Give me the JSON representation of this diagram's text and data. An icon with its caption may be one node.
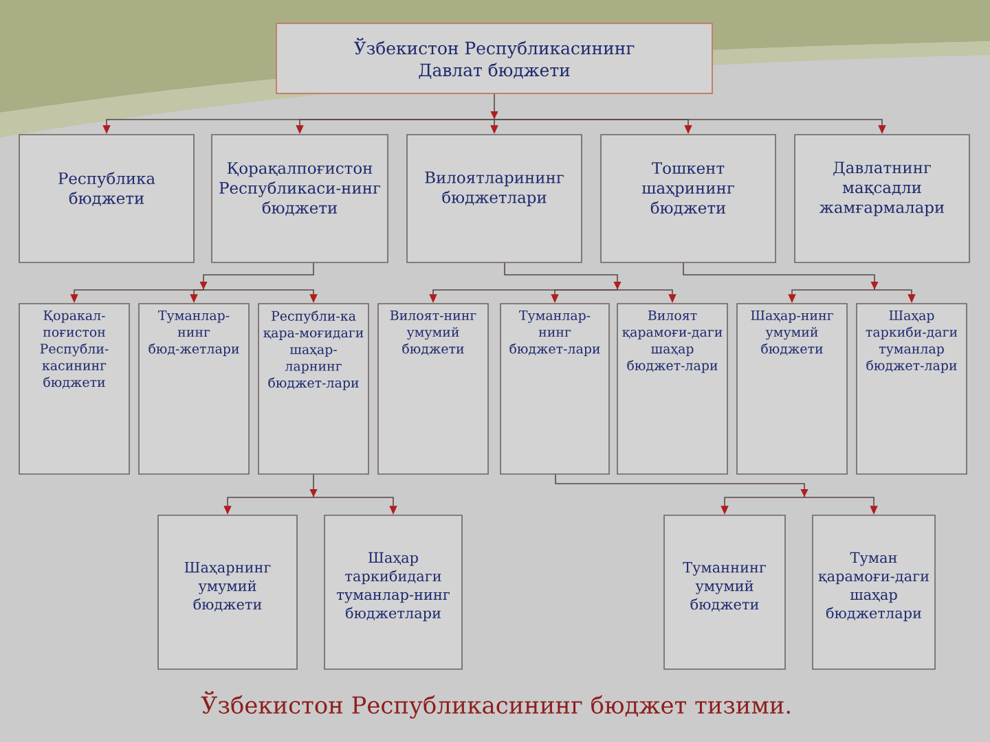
{
  "diagram": {
    "caption": "Ўзбекистон Республикасининг бюджет тизими.",
    "nodes": [
      {
        "text": [
          "Ўзбекистон Республикасининг Давлат бюджети"
        ]
      },
      {
        "text": [
          "Республика бюджети"
        ]
      },
      {
        "text": [
          "Қорақалпоғистон Республикаси-нинг бюджети"
        ]
      },
      {
        "text": [
          "Вилоятларининг бюджетлари"
        ]
      },
      {
        "text": [
          "Тошкент шаҳрининг бюджети"
        ]
      },
      {
        "text": [
          "Давлатнинг мақсадли жамғармалари"
        ]
      },
      {
        "text": [
          "Қоракал-поғистон Республи-касининг бюджети"
        ]
      },
      {
        "text": [
          "Туманлар-нинг бюд-жетлари"
        ]
      },
      {
        "text": [
          "Республи-ка қара-моғидаги шаҳар-ларнинг бюджет-лари"
        ]
      },
      {
        "text": [
          "Вилоят-нинг умумий бюджети"
        ]
      },
      {
        "text": [
          "Туманлар-нинг бюджет-лари"
        ]
      },
      {
        "text": [
          "Вилоят қарамоғи-даги шаҳар бюджет-лари"
        ]
      },
      {
        "text": [
          "Шаҳар-нинг умумий бюджети"
        ]
      },
      {
        "text": [
          "Шаҳар таркиби-даги туманлар бюджет-лари"
        ]
      },
      {
        "text": [
          "Шаҳарнинг умумий бюджети"
        ]
      },
      {
        "text": [
          "Шаҳар таркибидаги туманлар-нинг бюджетлари"
        ]
      },
      {
        "text": [
          "Туманнинг умумий бюджети"
        ]
      },
      {
        "text": [
          "Туман қарамоғи-даги шаҳар бюджетлари"
        ]
      }
    ],
    "edges": [
      {
        "from": 0,
        "to": 1,
        "arrow": "to"
      },
      {
        "from": 0,
        "to": 2,
        "arrow": "to"
      },
      {
        "from": 0,
        "to": 3,
        "arrow": "to"
      },
      {
        "from": 0,
        "to": 4,
        "arrow": "to"
      },
      {
        "from": 0,
        "to": 5,
        "arrow": "to"
      },
      {
        "from": 2,
        "to": 6,
        "arrow": "to"
      },
      {
        "from": 2,
        "to": 7,
        "arrow": "to"
      },
      {
        "from": 2,
        "to": 8,
        "arrow": "to"
      },
      {
        "from": 3,
        "to": 9,
        "arrow": "to"
      },
      {
        "from": 3,
        "to": 10,
        "arrow": "to"
      },
      {
        "from": 3,
        "to": 11,
        "arrow": "to"
      },
      {
        "from": 4,
        "to": 12,
        "arrow": "to"
      },
      {
        "from": 4,
        "to": 13,
        "arrow": "to"
      },
      {
        "from": 8,
        "to": 14,
        "arrow": "to"
      },
      {
        "from": 8,
        "to": 15,
        "arrow": "to"
      },
      {
        "from": 10,
        "to": 16,
        "arrow": "to"
      },
      {
        "from": 10,
        "to": 17,
        "arrow": "to"
      }
    ]
  }
}
